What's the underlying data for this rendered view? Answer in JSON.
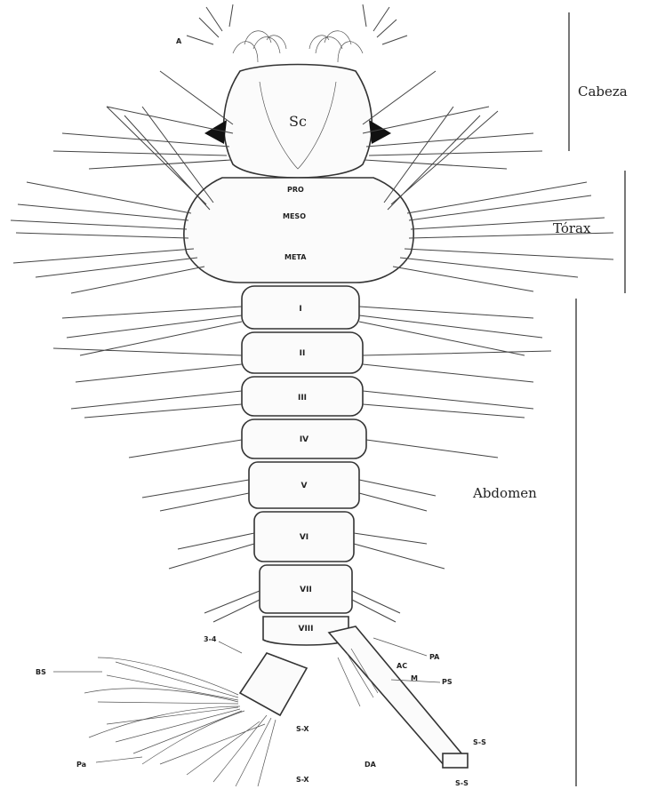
{
  "regions": {
    "head": "Cabeza",
    "thorax": "Tórax",
    "abdomen": "Abdomen"
  },
  "head": {
    "antenna_label": "A",
    "clypeus_label": "Sc"
  },
  "thorax": {
    "pro": "PRO",
    "meso": "MESO",
    "meta": "META"
  },
  "abdomen_segments": [
    "I",
    "II",
    "III",
    "IV",
    "V",
    "VI",
    "VII",
    "VIII"
  ],
  "terminal_labels": {
    "brush": "BS",
    "fan_left": "Pa",
    "s_left": "S-X",
    "gills": "S-X",
    "siphon_top": "PA",
    "siphon_ac": "AC",
    "siphon_m": "M",
    "siphon_mid": "PS",
    "siphon_tip1": "S-S",
    "siphon_tip2": "S-S",
    "anal": "DA",
    "comb": "S-X",
    "x_seg": "S-X",
    "seg_left": "3-4"
  },
  "colors": {
    "ink": "#333333",
    "eye": "#111111"
  }
}
